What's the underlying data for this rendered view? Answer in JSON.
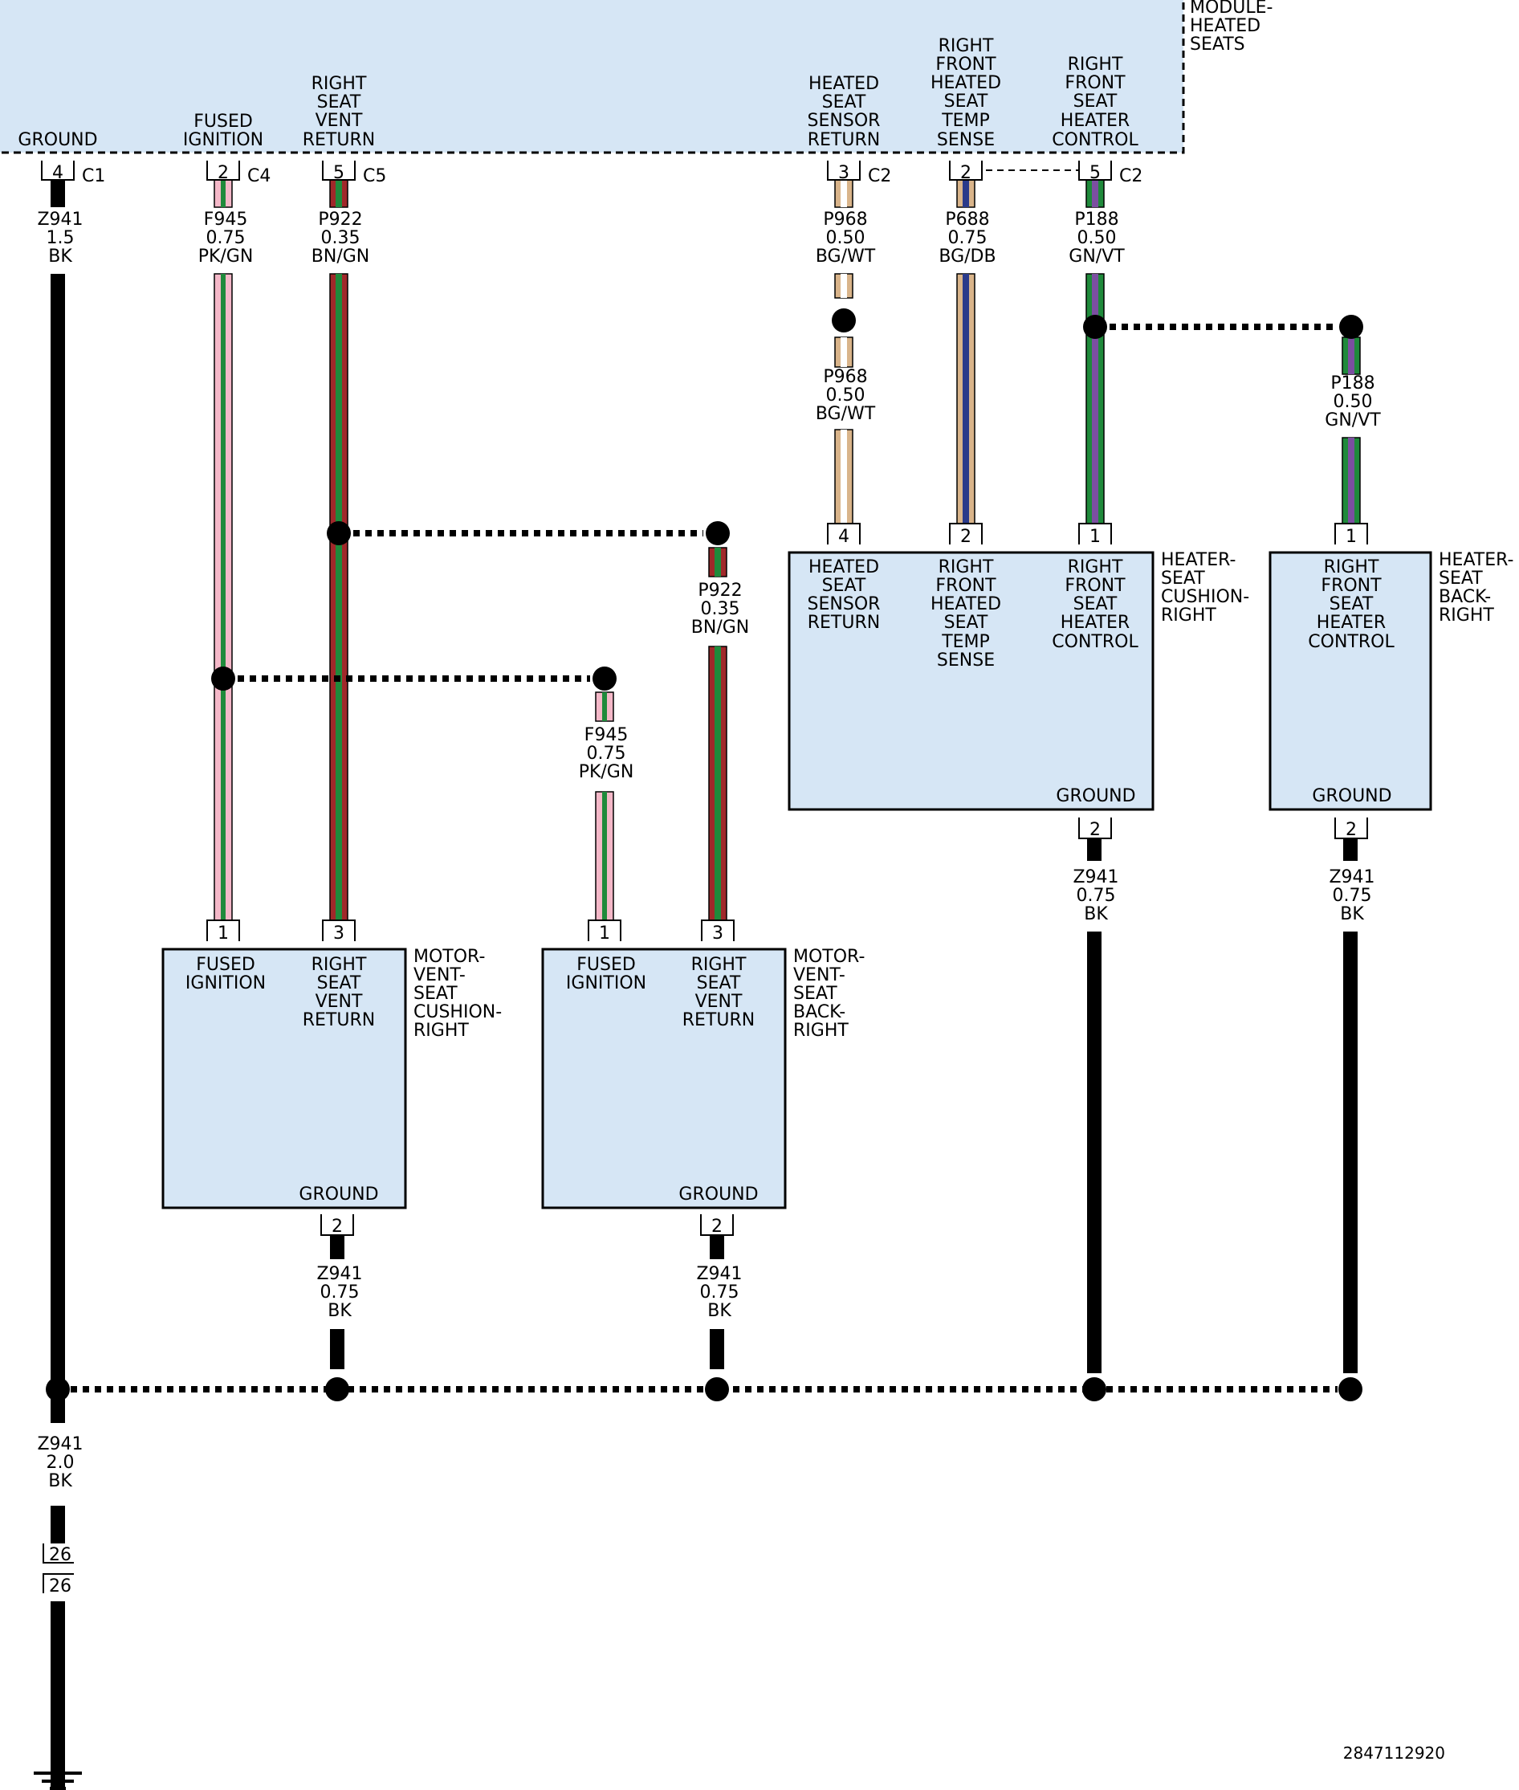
{
  "colors": {
    "background": "#ffffff",
    "component_fill": "#d6e6f5",
    "wire_bk": "#000000",
    "stripe_pk": "#f4b8c8",
    "stripe_gn": "#1f8a3b",
    "stripe_bn": "#a0282a",
    "stripe_bg": "#d9b48a",
    "stripe_wt": "#ffffff",
    "stripe_db": "#2a3a8a",
    "stripe_vt": "#7b4fa0"
  },
  "module": {
    "name": [
      "MODULE-",
      "HEATED",
      "SEATS"
    ],
    "pins": [
      {
        "label": [
          "GROUND"
        ],
        "pin": "4",
        "connector": "C1"
      },
      {
        "label": [
          "FUSED",
          "IGNITION"
        ],
        "pin": "2",
        "connector": "C4"
      },
      {
        "label": [
          "RIGHT",
          "SEAT",
          "VENT",
          "RETURN"
        ],
        "pin": "5",
        "connector": "C5"
      },
      {
        "label": [
          "HEATED",
          "SEAT",
          "SENSOR",
          "RETURN"
        ],
        "pin": "3",
        "connector": "C2"
      },
      {
        "label": [
          "RIGHT",
          "FRONT",
          "HEATED",
          "SEAT",
          "TEMP",
          "SENSE"
        ],
        "pin": "2",
        "connector": ""
      },
      {
        "label": [
          "RIGHT",
          "FRONT",
          "SEAT",
          "HEATER",
          "CONTROL"
        ],
        "pin": "5",
        "connector": "C2"
      }
    ]
  },
  "wires": {
    "z941_mod": [
      "Z941",
      "1.5",
      "BK"
    ],
    "f945_mod": [
      "F945",
      "0.75",
      "PK/GN"
    ],
    "p922_mod": [
      "P922",
      "0.35",
      "BN/GN"
    ],
    "p968_mod": [
      "P968",
      "0.50",
      "BG/WT"
    ],
    "p688_mod": [
      "P688",
      "0.75",
      "BG/DB"
    ],
    "p188_mod": [
      "P188",
      "0.50",
      "GN/VT"
    ],
    "p968_lower": [
      "P968",
      "0.50",
      "BG/WT"
    ],
    "p188_back": [
      "P188",
      "0.50",
      "GN/VT"
    ],
    "p922_back": [
      "P922",
      "0.35",
      "BN/GN"
    ],
    "f945_back": [
      "F945",
      "0.75",
      "PK/GN"
    ],
    "z941_cushion_heater": [
      "Z941",
      "0.75",
      "BK"
    ],
    "z941_back_heater": [
      "Z941",
      "0.75",
      "BK"
    ],
    "z941_motor_cushion": [
      "Z941",
      "0.75",
      "BK"
    ],
    "z941_motor_back": [
      "Z941",
      "0.75",
      "BK"
    ],
    "z941_main": [
      "Z941",
      "2.0",
      "BK"
    ]
  },
  "heater_cushion": {
    "name": [
      "HEATER-",
      "SEAT",
      "CUSHION-",
      "RIGHT"
    ],
    "pins": [
      {
        "label": [
          "HEATED",
          "SEAT",
          "SENSOR",
          "RETURN"
        ],
        "pin": "4"
      },
      {
        "label": [
          "RIGHT",
          "FRONT",
          "HEATED",
          "SEAT",
          "TEMP",
          "SENSE"
        ],
        "pin": "2"
      },
      {
        "label": [
          "RIGHT",
          "FRONT",
          "SEAT",
          "HEATER",
          "CONTROL"
        ],
        "pin": "1"
      }
    ],
    "ground_label": "GROUND",
    "ground_pin": "2"
  },
  "heater_back": {
    "name": [
      "HEATER-",
      "SEAT",
      "BACK-",
      "RIGHT"
    ],
    "pins": [
      {
        "label": [
          "RIGHT",
          "FRONT",
          "SEAT",
          "HEATER",
          "CONTROL"
        ],
        "pin": "1"
      }
    ],
    "ground_label": "GROUND",
    "ground_pin": "2"
  },
  "motor_cushion": {
    "name": [
      "MOTOR-",
      "VENT-",
      "SEAT",
      "CUSHION-",
      "RIGHT"
    ],
    "pins": [
      {
        "label": [
          "FUSED",
          "IGNITION"
        ],
        "pin": "1"
      },
      {
        "label": [
          "RIGHT",
          "SEAT",
          "VENT",
          "RETURN"
        ],
        "pin": "3"
      }
    ],
    "ground_label": "GROUND",
    "ground_pin": "2"
  },
  "motor_back": {
    "name": [
      "MOTOR-",
      "VENT-",
      "SEAT",
      "BACK-",
      "RIGHT"
    ],
    "pins": [
      {
        "label": [
          "FUSED",
          "IGNITION"
        ],
        "pin": "1"
      },
      {
        "label": [
          "RIGHT",
          "SEAT",
          "VENT",
          "RETURN"
        ],
        "pin": "3"
      }
    ],
    "ground_label": "GROUND",
    "ground_pin": "2"
  },
  "inline_connector": {
    "upper": "26",
    "lower": "26"
  },
  "figure_id": "2847112920"
}
